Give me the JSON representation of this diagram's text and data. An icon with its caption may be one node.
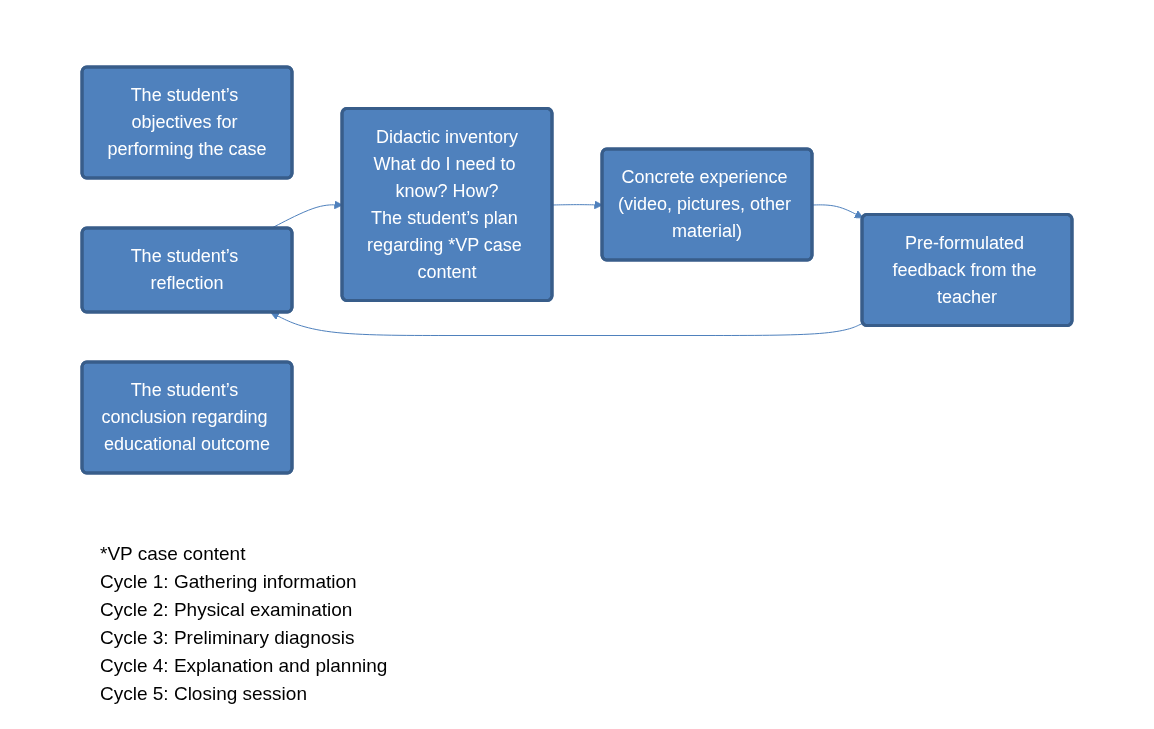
{
  "diagram": {
    "nodes": [
      {
        "text": [
          "The student’s objectives for performing the case"
        ]
      },
      {
        "text": [
          "The student’s reflection"
        ]
      },
      {
        "text": [
          "Didactic inventory",
          "What do I need to know? How?",
          "The student’s plan regarding *VP case content"
        ]
      },
      {
        "text": [
          "Concrete experience (video, pictures, other material)"
        ]
      },
      {
        "text": [
          "The student’s conclusion regarding educational outcome"
        ]
      },
      {
        "text": [
          "Pre-formulated feedback from the teacher"
        ]
      }
    ],
    "edges": [
      {
        "from": 1,
        "to": 2,
        "arrow": "to"
      },
      {
        "from": 2,
        "to": 3,
        "arrow": "to"
      },
      {
        "from": 3,
        "to": 5,
        "arrow": "to"
      },
      {
        "from": 5,
        "to": 1,
        "arrow": "to"
      }
    ],
    "labels": [
      "*VP case content",
      "Cycle 1: Gathering information",
      "Cycle 2: Physical examination",
      "Cycle 3: Preliminary diagnosis",
      "Cycle 4: Explanation and planning",
      "Cycle 5: Closing session"
    ]
  }
}
